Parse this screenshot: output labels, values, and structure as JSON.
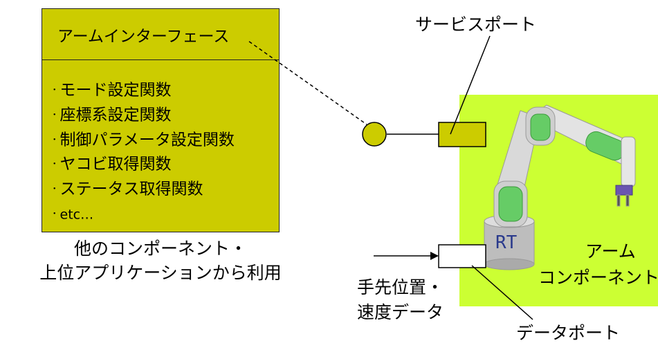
{
  "interface_box": {
    "title": "アームインターフェース",
    "items": [
      "モード設定関数",
      "座標系設定関数",
      "制御パラメータ設定関数",
      "ヤコビ取得関数",
      "ステータス取得関数",
      "etc…"
    ],
    "bullet": "･"
  },
  "caption": {
    "line1": "他のコンポーネント・",
    "line2": "上位アプリケーションから利用"
  },
  "labels": {
    "service_port": "サービスポート",
    "data_port": "データポート",
    "data_input_line1": "手先位置・",
    "data_input_line2": "速度データ",
    "component_line1": "アーム",
    "component_line2": "コンポーネント",
    "robot_logo": "RT"
  },
  "colors": {
    "interface_fill": "#cccc00",
    "component_fill": "#ccff33",
    "robot_body": "#cfcfcf",
    "robot_joint": "#66cc66"
  }
}
